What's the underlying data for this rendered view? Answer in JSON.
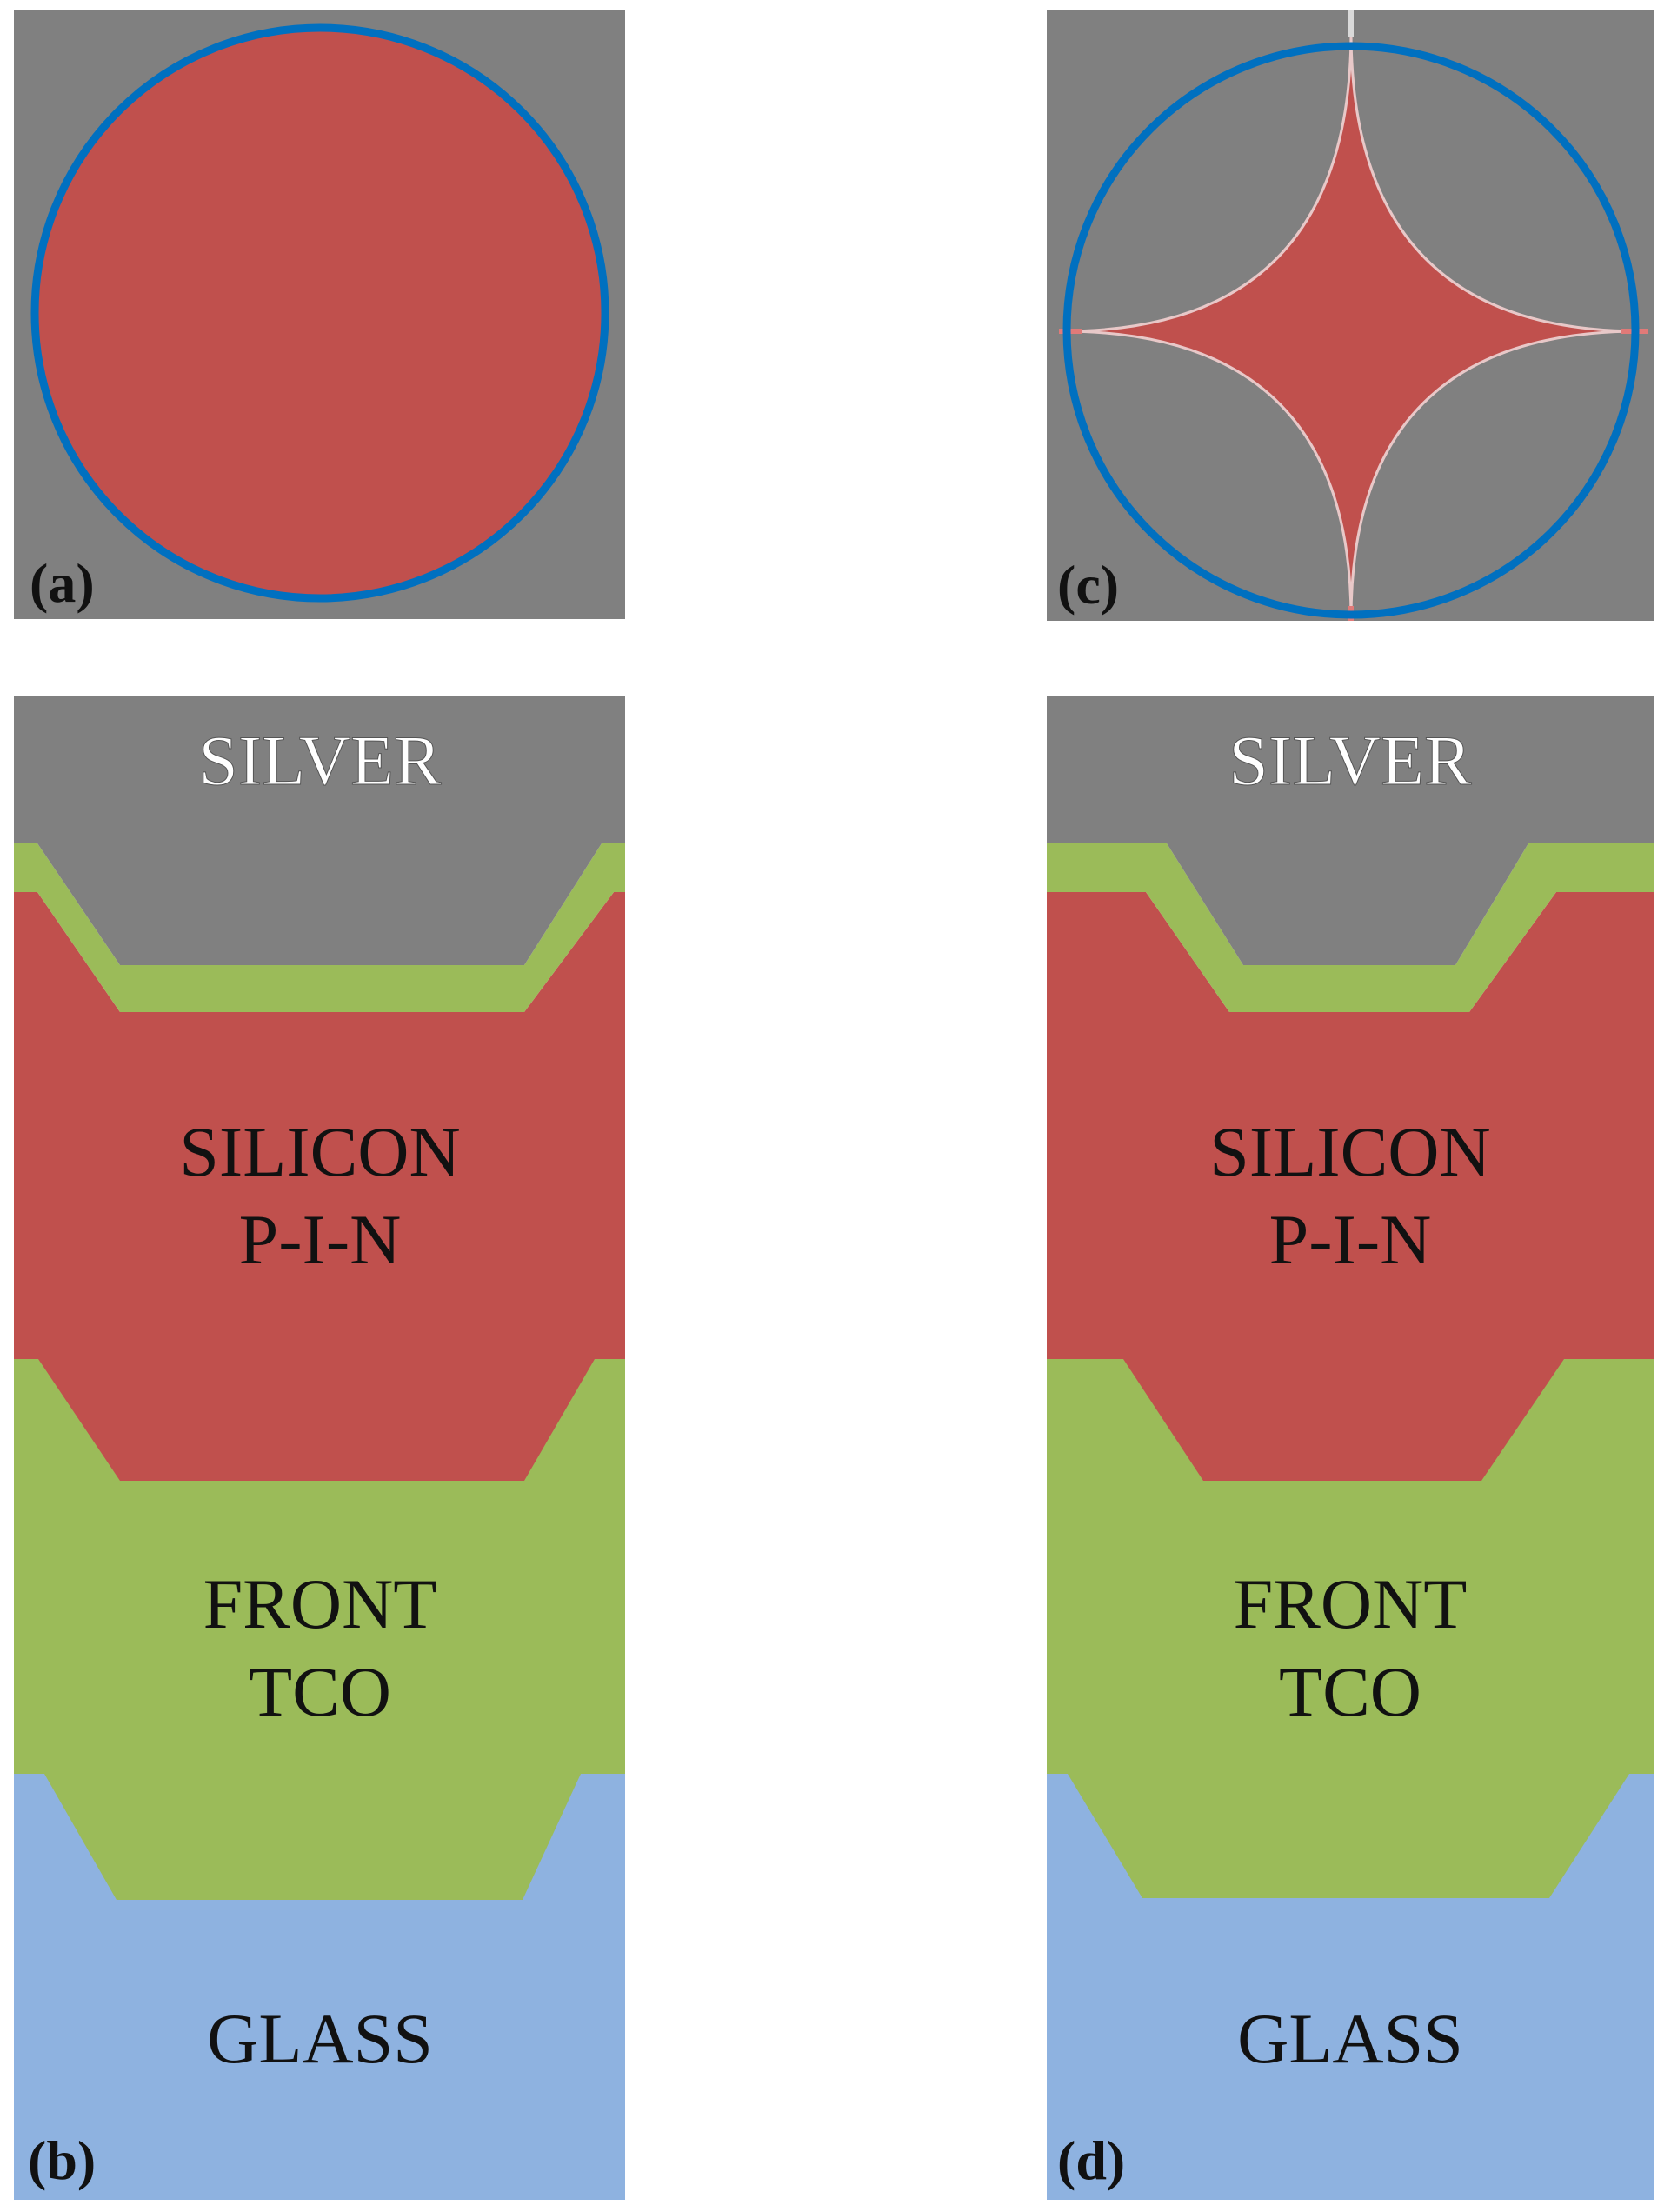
{
  "colors": {
    "silver": "#808080",
    "silicon": "#c0504d",
    "tco": "#9bbb59",
    "glass": "#8eb2e0",
    "circle_outline": "#0070c0",
    "label_text_dark": "#111111",
    "label_text_light": "#ffffff"
  },
  "panels": {
    "a": {
      "letter": "(a)"
    },
    "c": {
      "letter": "(c)"
    },
    "b": {
      "letter": "(b)",
      "silver": "SILVER",
      "silicon_line1": "SILICON",
      "silicon_line2": "P-I-N",
      "tco_line1": "FRONT",
      "tco_line2": "TCO",
      "glass": "GLASS"
    },
    "d": {
      "letter": "(d)",
      "silver": "SILVER",
      "silicon_line1": "SILICON",
      "silicon_line2": "P-I-N",
      "tco_line1": "FRONT",
      "tco_line2": "TCO",
      "glass": "GLASS"
    }
  }
}
